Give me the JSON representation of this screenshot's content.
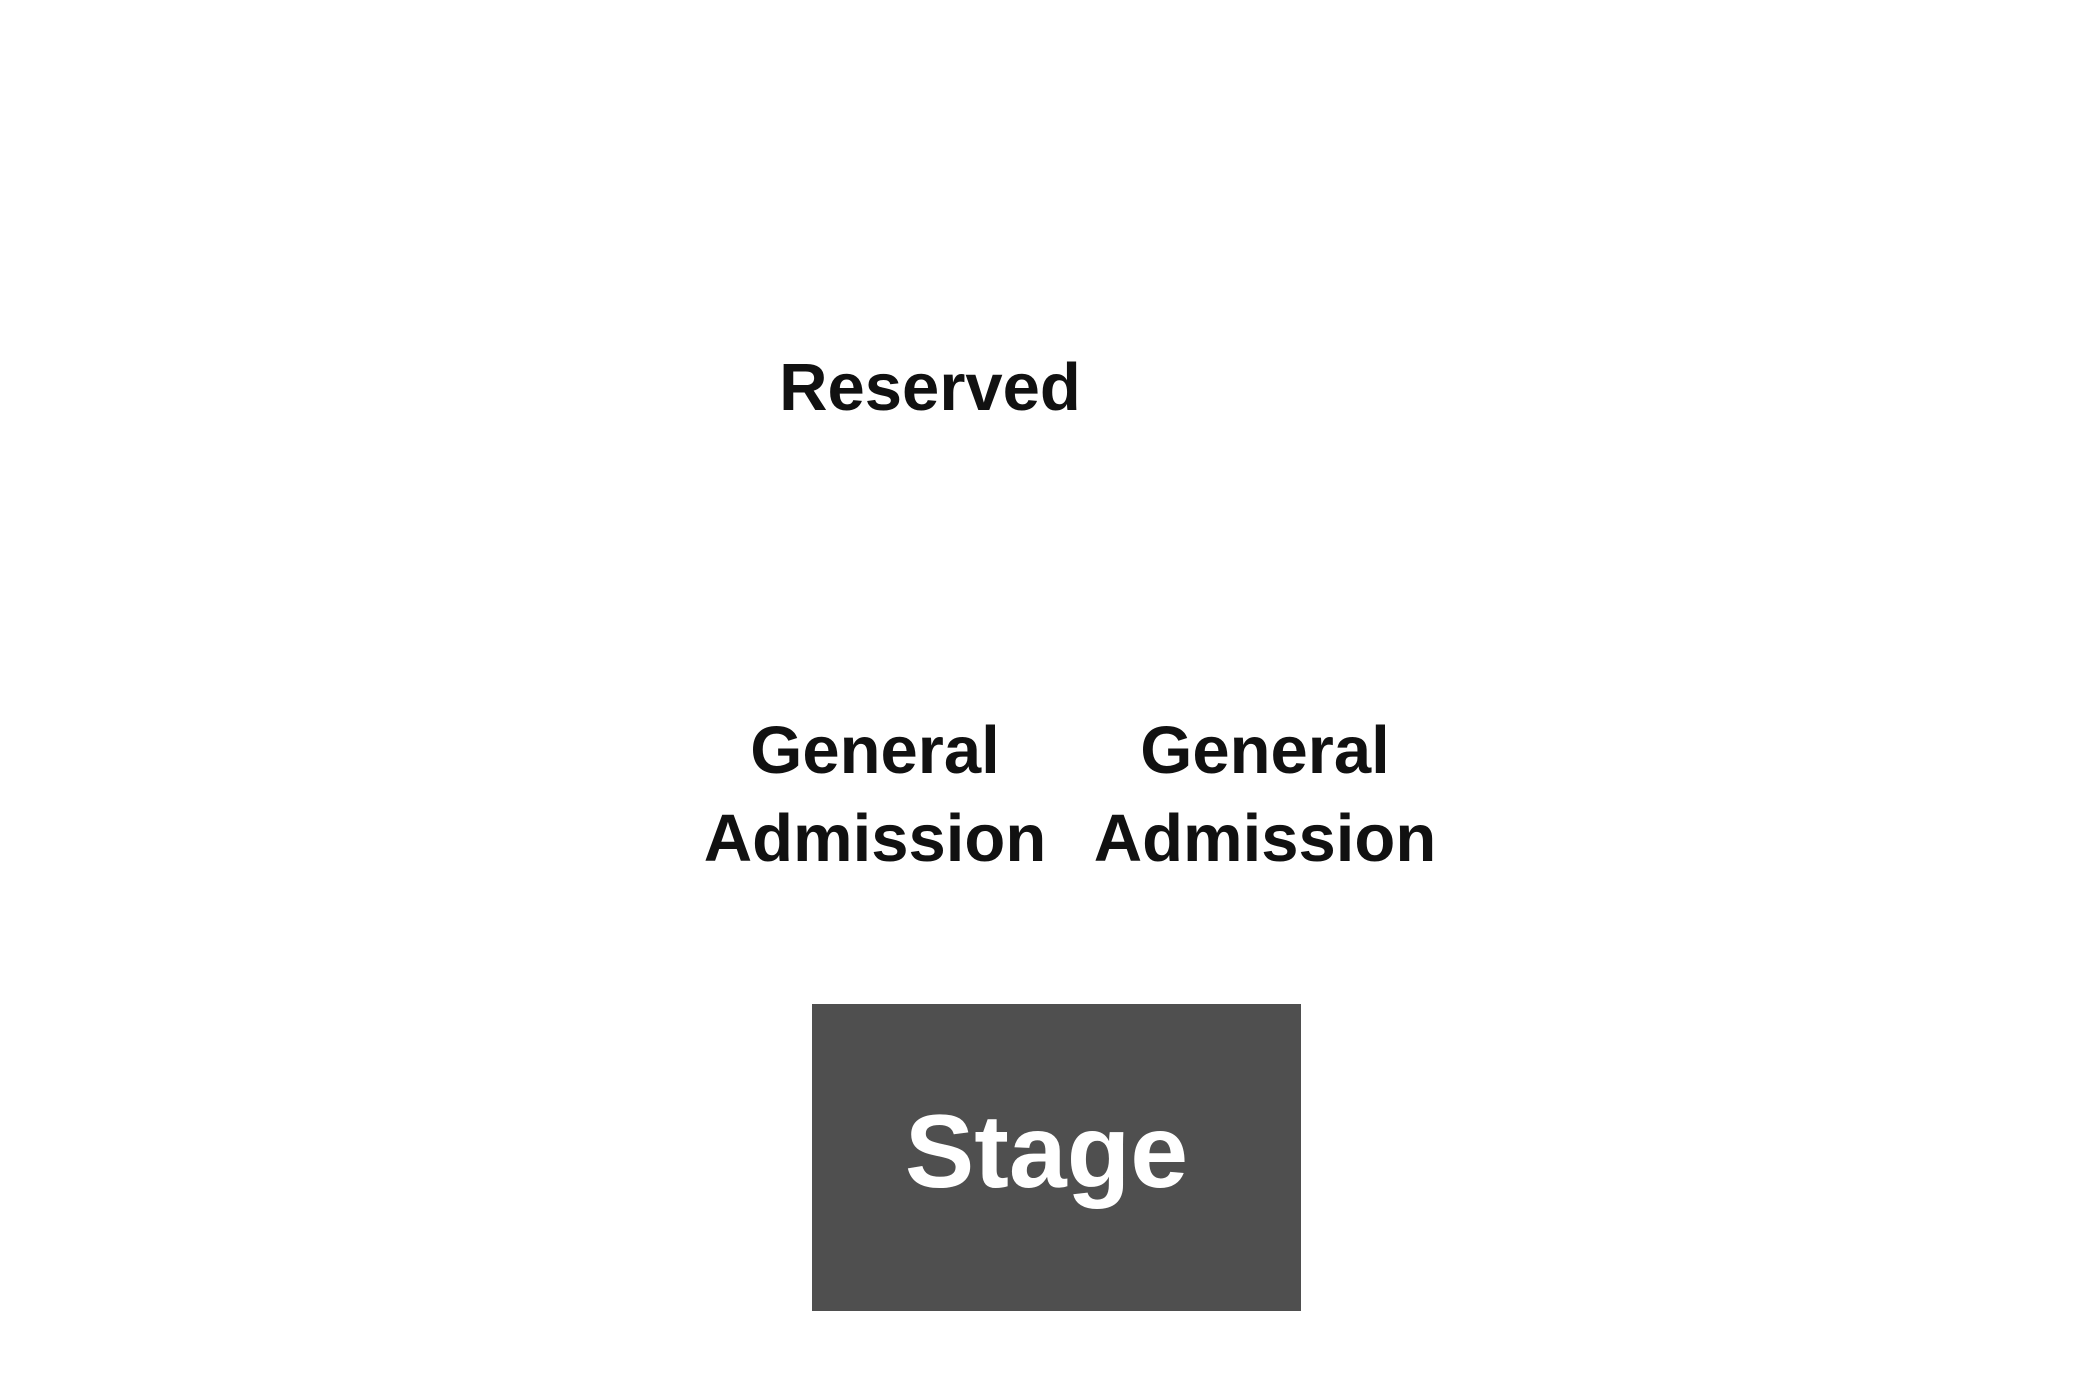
{
  "map": {
    "sections": {
      "reserved": {
        "label": "Reserved"
      },
      "general_admission_left": {
        "line1": "General",
        "line2": "Admission"
      },
      "general_admission_right": {
        "line1": "General",
        "line2": "Admission"
      }
    },
    "stage": {
      "label": "Stage",
      "color": "#4f4f4f"
    }
  }
}
